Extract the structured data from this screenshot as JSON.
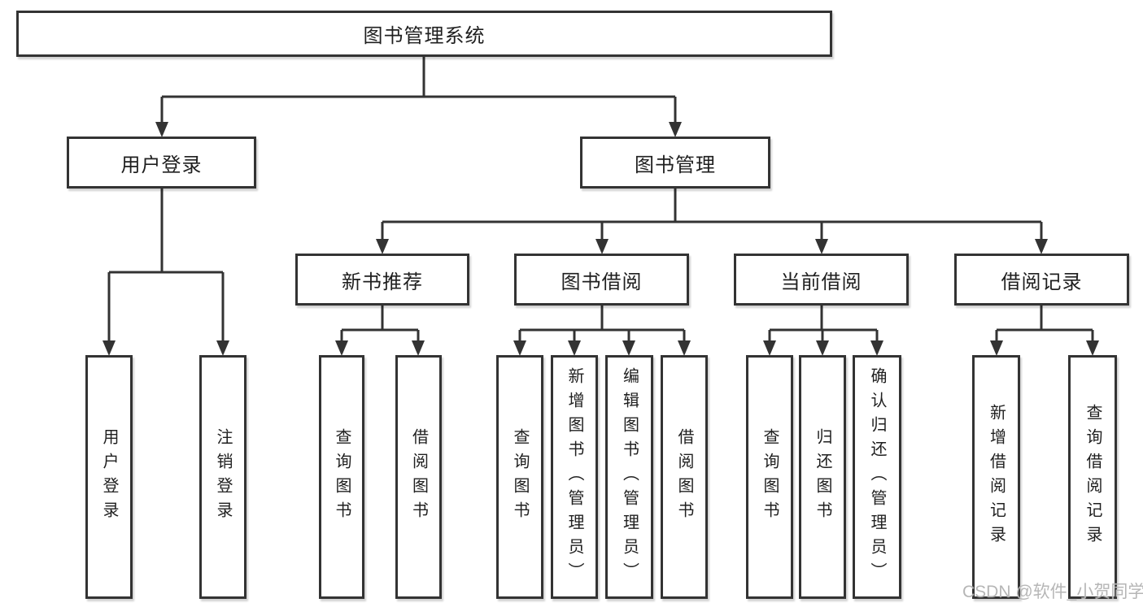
{
  "nodes": {
    "root": "图书管理系统",
    "level2": {
      "login": "用户登录",
      "books": "图书管理"
    },
    "level3": {
      "newbooks": "新书推荐",
      "borrow": "图书借阅",
      "current": "当前借阅",
      "records": "借阅记录"
    },
    "level4": {
      "login": [
        "用户登录",
        "注销登录"
      ],
      "newbooks": [
        "查询图书",
        "借阅图书"
      ],
      "borrow": [
        "查询图书",
        "新增图书（管理员）",
        "编辑图书（管理员）",
        "借阅图书"
      ],
      "current": [
        "查询图书",
        "归还图书",
        "确认归还（管理员）"
      ],
      "records": [
        "新增借阅记录",
        "查询借阅记录"
      ]
    }
  },
  "watermark": "CSDN @软件_小贺同学",
  "colors": {
    "line": "#333333",
    "text": "#1f1f1f",
    "background": "#ffffff",
    "watermark": "#b3b3b3"
  }
}
